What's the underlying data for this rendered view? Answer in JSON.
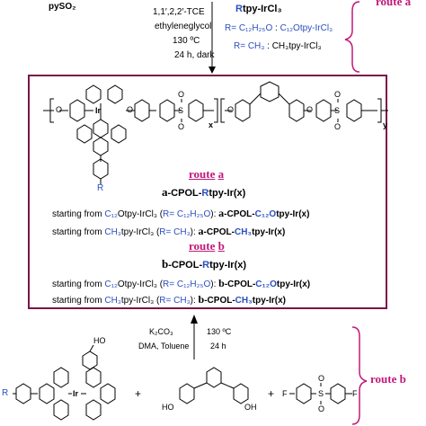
{
  "top": {
    "reagent": "pySO₂",
    "conditions": [
      "1,1′,2,2′-TCE",
      "ethyleneglycol",
      "130 ºC",
      "24 h, dark"
    ],
    "complex": {
      "prefix": "R",
      "suffix": "tpy-IrCl₃"
    },
    "r1": {
      "eq": "R= C₁₂H₂₅O",
      "sep": " : ",
      "name": "C₁₂Otpy-IrCl₃"
    },
    "r2": {
      "eq": "R= CH₃",
      "sep": " : ",
      "name": "CH₃tpy-IrCl₃"
    }
  },
  "route_a_label": "route a",
  "route_b_label": "route b",
  "polymer": {
    "x": "x",
    "y": "y",
    "Ir": "Ir",
    "R": "R",
    "S": "S",
    "O": "O"
  },
  "box": {
    "route_a_head": {
      "word": "route",
      "letter": "a"
    },
    "a_name": {
      "p1": "a",
      "p2": "-CPOL-",
      "p3": "R",
      "p4": "tpy-Ir(x)"
    },
    "a_line1": {
      "s1": "starting from ",
      "s2": "C₁₂",
      "s3": "Otpy-IrCl₃ (",
      "s4": "R= C₁₂H₂₅O",
      "s5": "): ",
      "s6": "a",
      "s7": "-CPOL-",
      "s8": "C₁₂O",
      "s9": "tpy-Ir(x)"
    },
    "a_line2": {
      "s1": "starting from ",
      "s2": "CH₃",
      "s3": "tpy-IrCl₃ (",
      "s4": "R= CH₃",
      "s5": "): ",
      "s6": "a",
      "s7": "-CPOL-",
      "s8": "CH₃",
      "s9": "tpy-Ir(x)"
    },
    "route_b_head": {
      "word": "route",
      "letter": "b"
    },
    "b_name": {
      "p1": "b",
      "p2": "-CPOL-",
      "p3": "R",
      "p4": "tpy-Ir(x)"
    },
    "b_line1": {
      "s1": "starting from ",
      "s2": "C₁₂",
      "s3": "Otpy-IrCl₃ (",
      "s4": "R= C₁₂H₂₅O",
      "s5": "): ",
      "s6": "b",
      "s7": "-CPOL-",
      "s8": "C₁₂O",
      "s9": "tpy-Ir(x)"
    },
    "b_line2": {
      "s1": "starting from ",
      "s2": "CH₃",
      "s3": "tpy-IrCl₃ (",
      "s4": "R= CH₃",
      "s5": "): ",
      "s6": "b",
      "s7": "-CPOL-",
      "s8": "CH₃",
      "s9": "tpy-Ir(x)"
    }
  },
  "bottom": {
    "cond_left": [
      "K₂CO₃",
      "DMA, Toluene"
    ],
    "cond_right": [
      "130 ºC",
      "24 h"
    ],
    "plus": "+",
    "R": "R",
    "Ir": "Ir",
    "OH": "OH",
    "HO": "HO",
    "F": "F",
    "S": "S",
    "O": "O"
  },
  "colors": {
    "accent": "#c2187a",
    "blue": "#2a4fbf",
    "box_border": "#7a1548"
  }
}
